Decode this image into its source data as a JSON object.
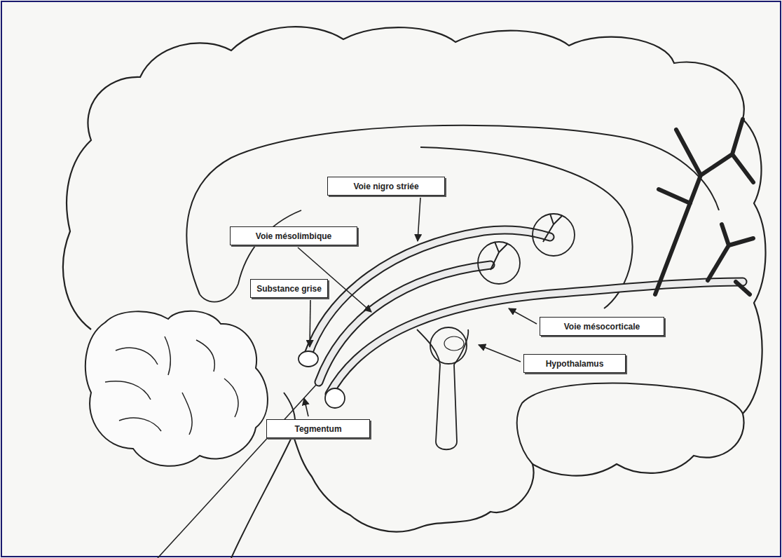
{
  "diagram": {
    "nodes": [
      {
        "text": [
          "Voie nigro striée"
        ]
      },
      {
        "text": [
          "Voie mésolimbique"
        ]
      },
      {
        "text": [
          "Substance grise"
        ]
      },
      {
        "text": [
          "Voie mésocorticale"
        ]
      },
      {
        "text": [
          "Hypothalamus"
        ]
      },
      {
        "text": [
          "Tegmentum"
        ]
      }
    ]
  }
}
